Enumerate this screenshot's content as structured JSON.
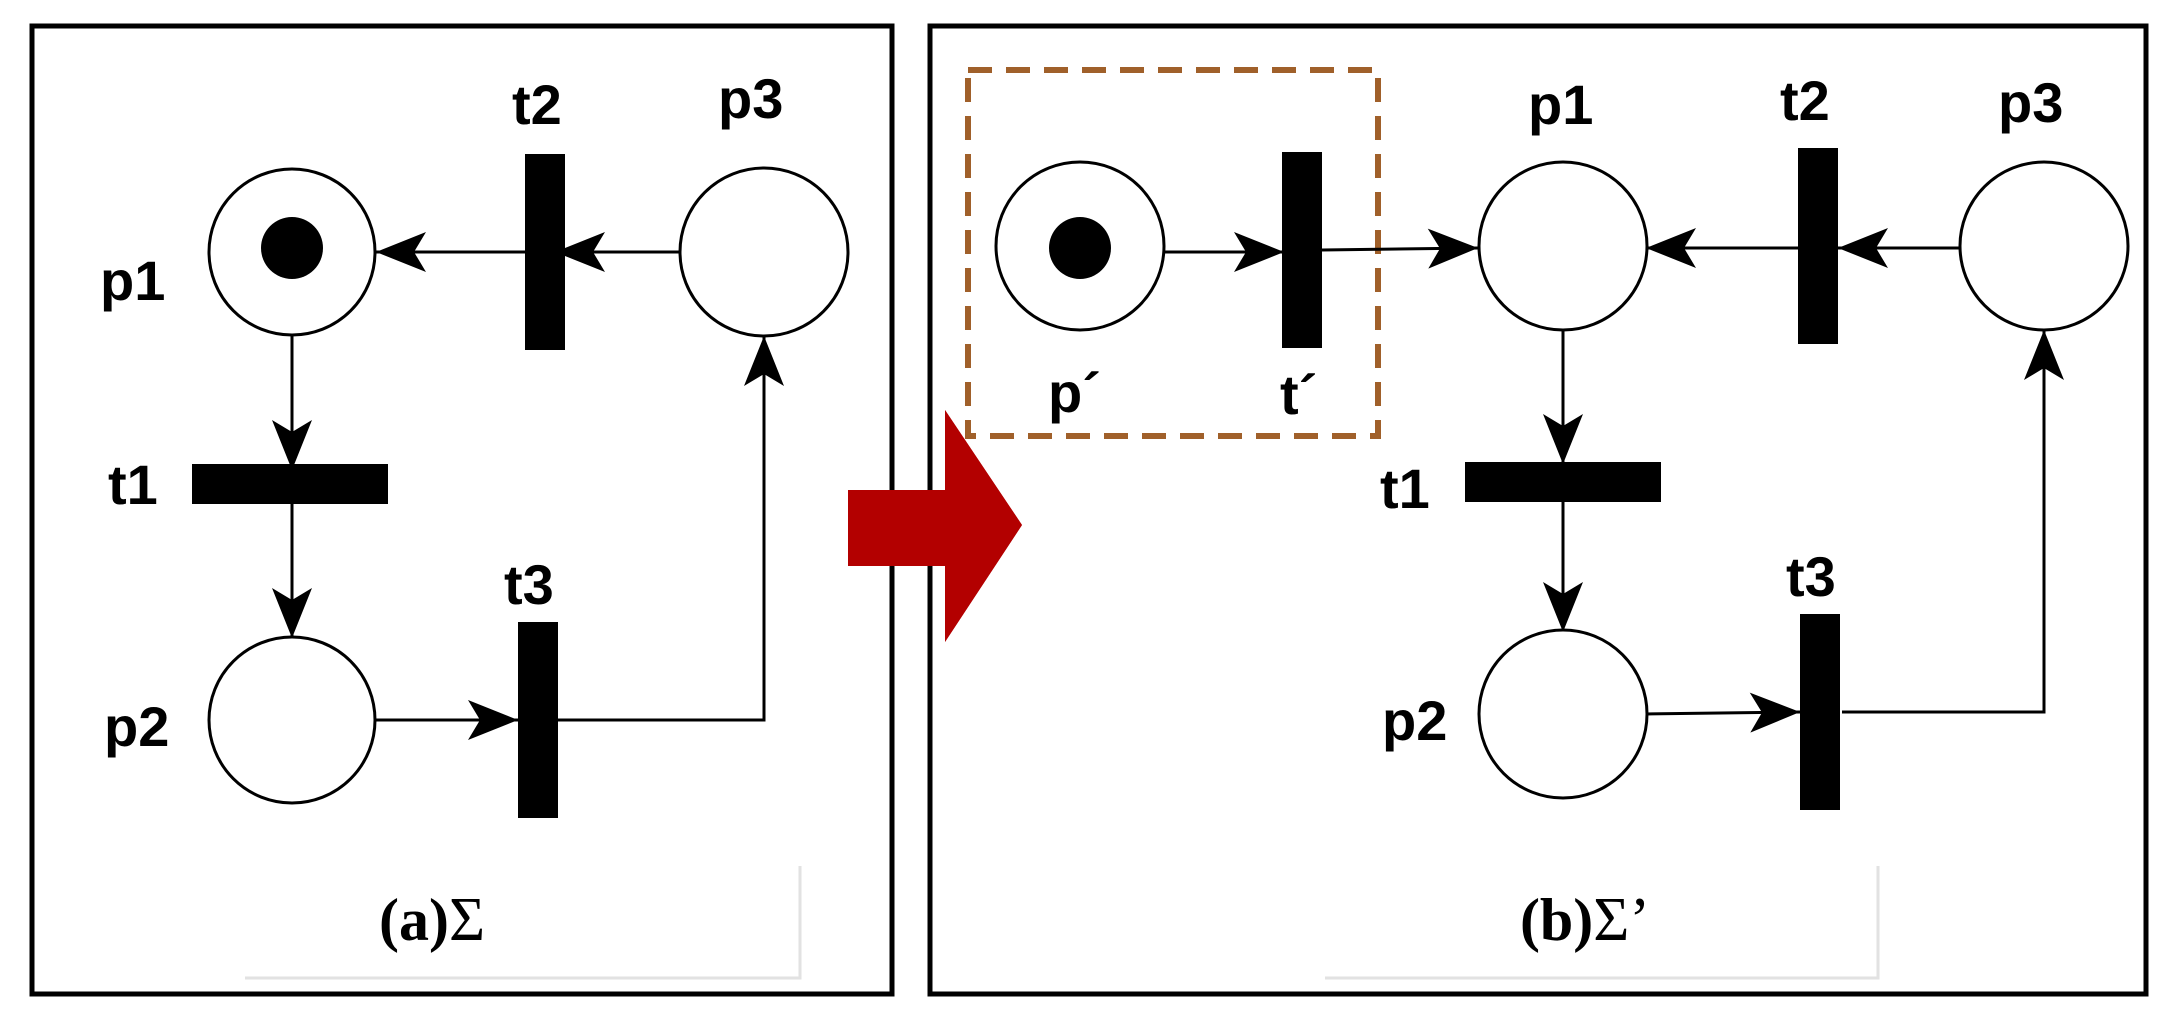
{
  "colors": {
    "stroke": "#000000",
    "token": "#000000",
    "transition_fill": "#000000",
    "highlight_box": "#a0602a",
    "arrow_fill": "#b30000",
    "panel_border": "#000000"
  },
  "panel_a": {
    "caption": "(a)",
    "caption_symbol": "Σ",
    "places": {
      "p1": "p1",
      "p2": "p2",
      "p3": "p3"
    },
    "transitions": {
      "t1": "t1",
      "t2": "t2",
      "t3": "t3"
    },
    "tokens": {
      "p1": 1,
      "p2": 0,
      "p3": 0
    }
  },
  "panel_b": {
    "caption": "(b)",
    "caption_symbol": "Σ’",
    "places": {
      "p_prime": "p´",
      "p1": "p1",
      "p2": "p2",
      "p3": "p3"
    },
    "transitions": {
      "t_prime": "t´",
      "t1": "t1",
      "t2": "t2",
      "t3": "t3"
    },
    "tokens": {
      "p_prime": 1,
      "p1": 0,
      "p2": 0,
      "p3": 0
    }
  },
  "transform_arrow_icon": "right-arrow-icon"
}
